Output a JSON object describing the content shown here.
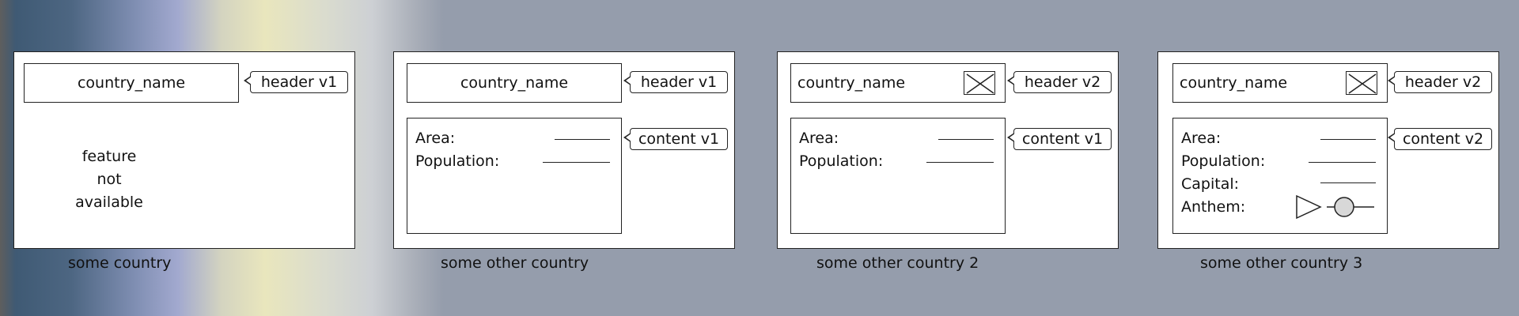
{
  "panels": [
    {
      "id": "some-country",
      "header_label": "country_name",
      "header_callout": "header v1",
      "unavailable_lines": [
        "feature",
        "not",
        "available"
      ],
      "caption": "some country"
    },
    {
      "id": "some-other-country",
      "header_label": "country_name",
      "header_callout": "header v1",
      "content_callout": "content v1",
      "fields": [
        "Area:",
        "Population:"
      ],
      "caption": "some other country"
    },
    {
      "id": "some-other-country-2",
      "header_label": "country_name",
      "header_callout": "header v2",
      "header_icon": "close-box-icon",
      "content_callout": "content v1",
      "fields": [
        "Area:",
        "Population:"
      ],
      "caption": "some other country 2"
    },
    {
      "id": "some-other-country-3",
      "header_label": "country_name",
      "header_callout": "header v2",
      "header_icon": "close-box-icon",
      "content_callout": "content v2",
      "fields": [
        "Area:",
        "Population:",
        "Capital:",
        "Anthem:"
      ],
      "anthem_player_icons": [
        "play-icon",
        "audio-slider-icon"
      ],
      "caption": "some other country 3"
    }
  ]
}
